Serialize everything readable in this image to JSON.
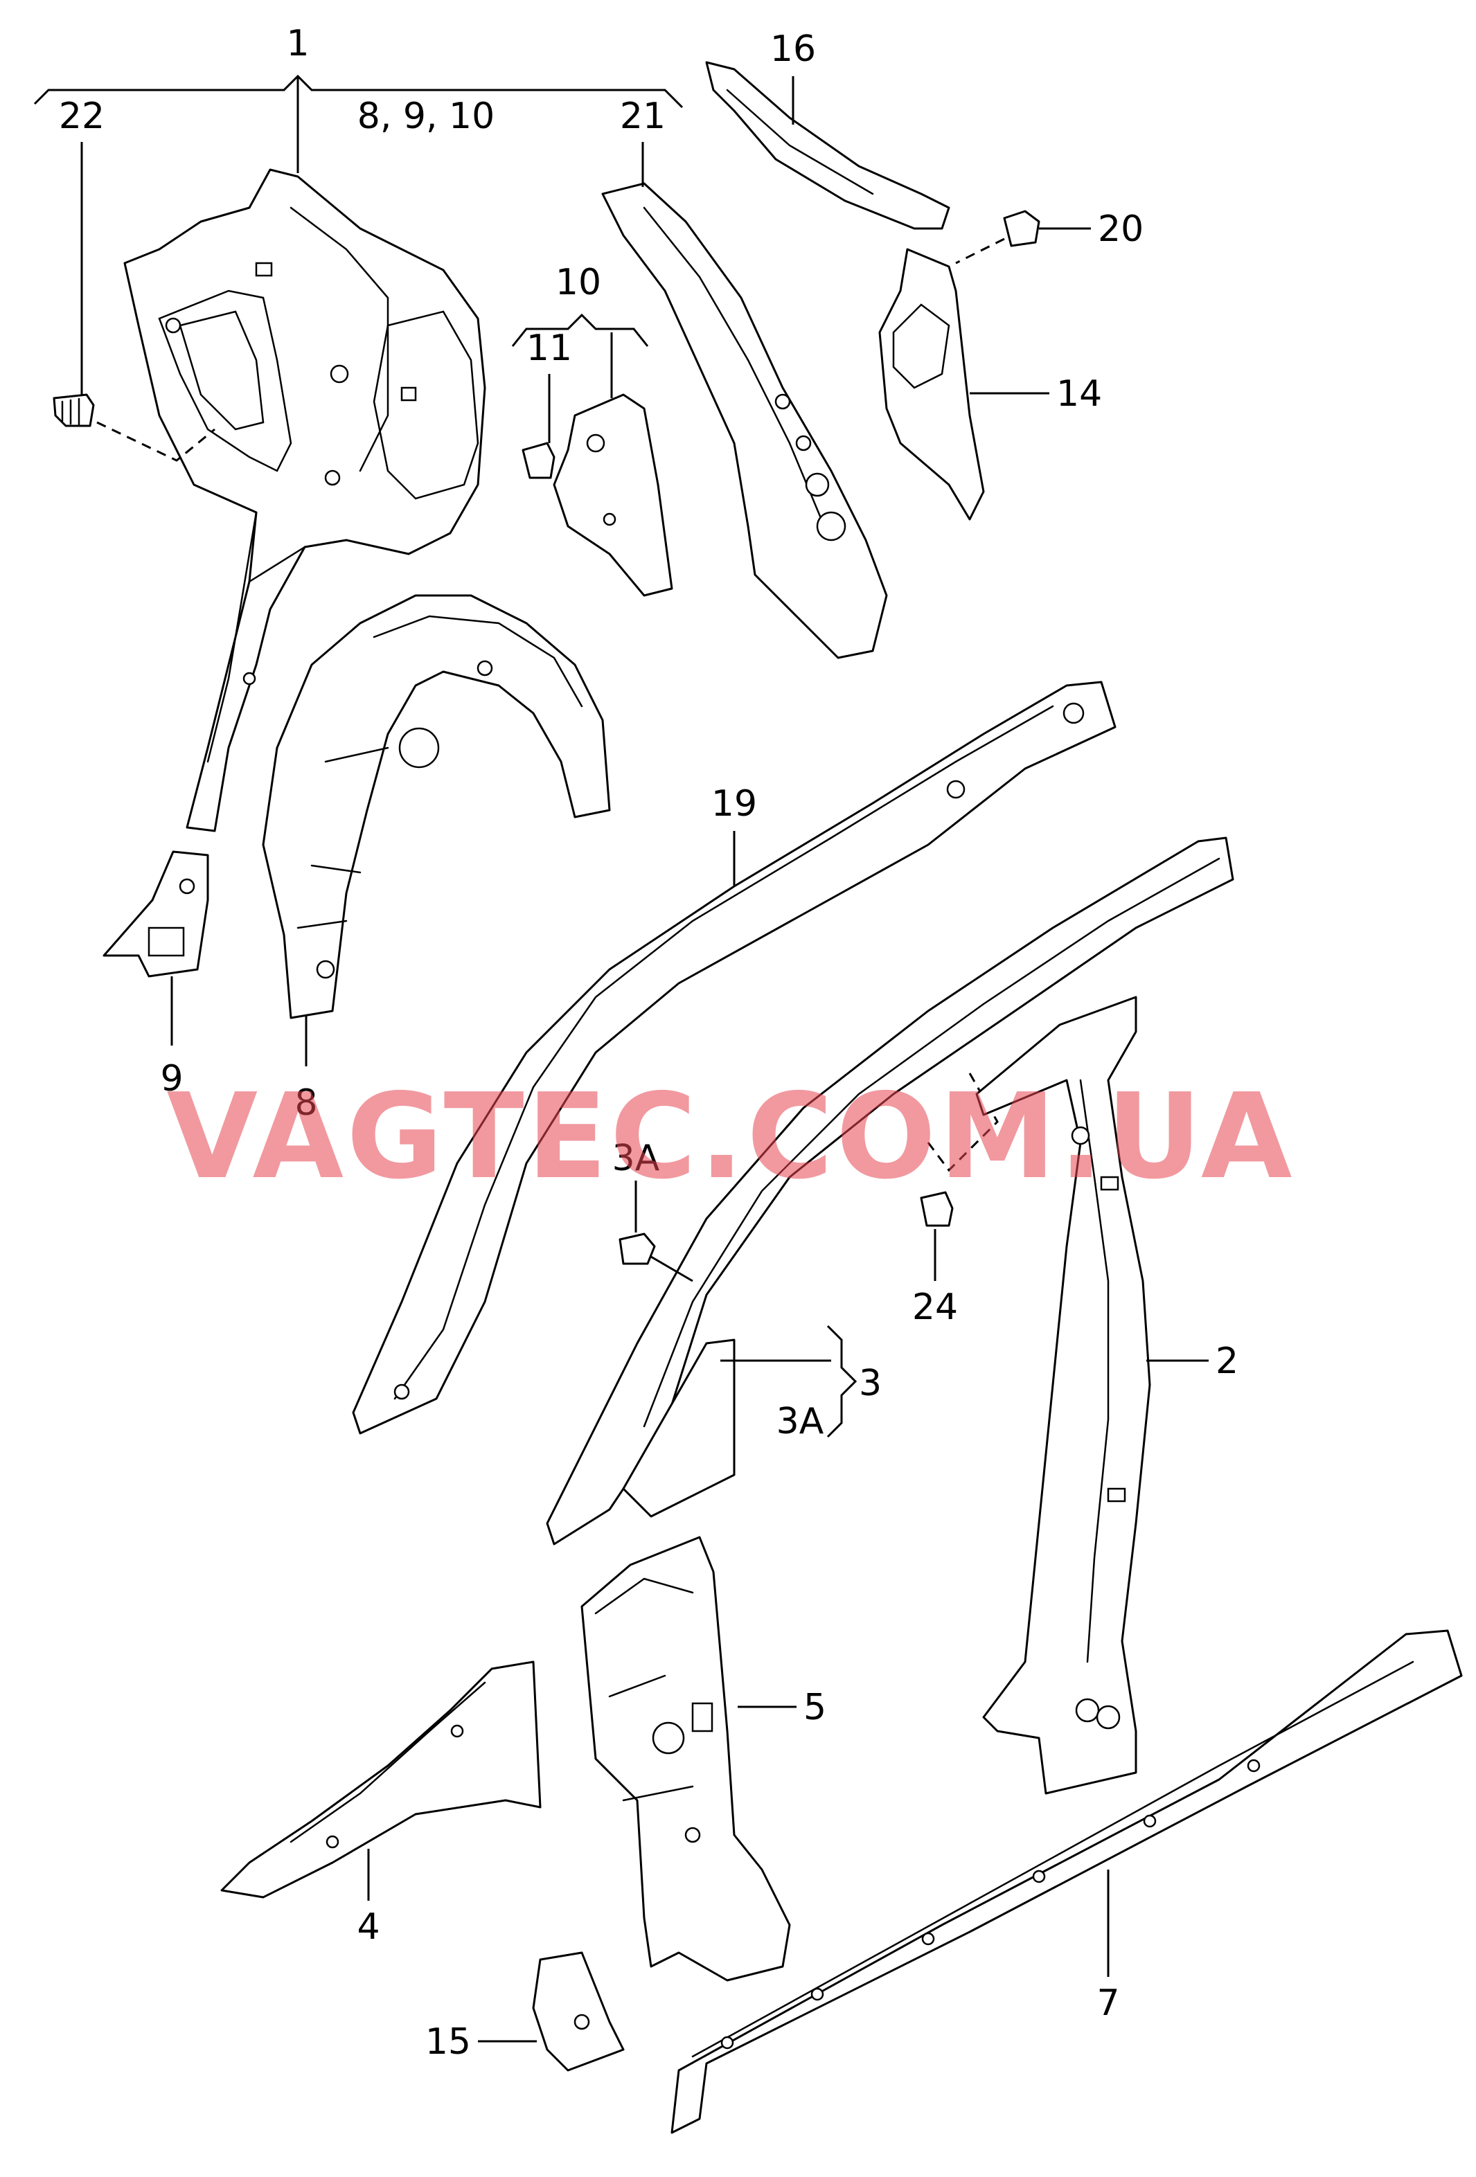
{
  "watermark": "VAGTEC.COM.UA",
  "colors": {
    "watermark": "#e64650",
    "line": "#000000",
    "background": "#ffffff"
  },
  "labels": {
    "l1": "1",
    "l22": "22",
    "l8_9_10": "8, 9, 10",
    "l21": "21",
    "l16": "16",
    "l20": "20",
    "l10": "10",
    "l11": "11",
    "l14": "14",
    "l19": "19",
    "l9": "9",
    "l8": "8",
    "l3A_top": "3A",
    "l24": "24",
    "l2": "2",
    "l3": "3",
    "l3A_bottom": "3A",
    "l5": "5",
    "l4": "4",
    "l7": "7",
    "l15": "15"
  }
}
